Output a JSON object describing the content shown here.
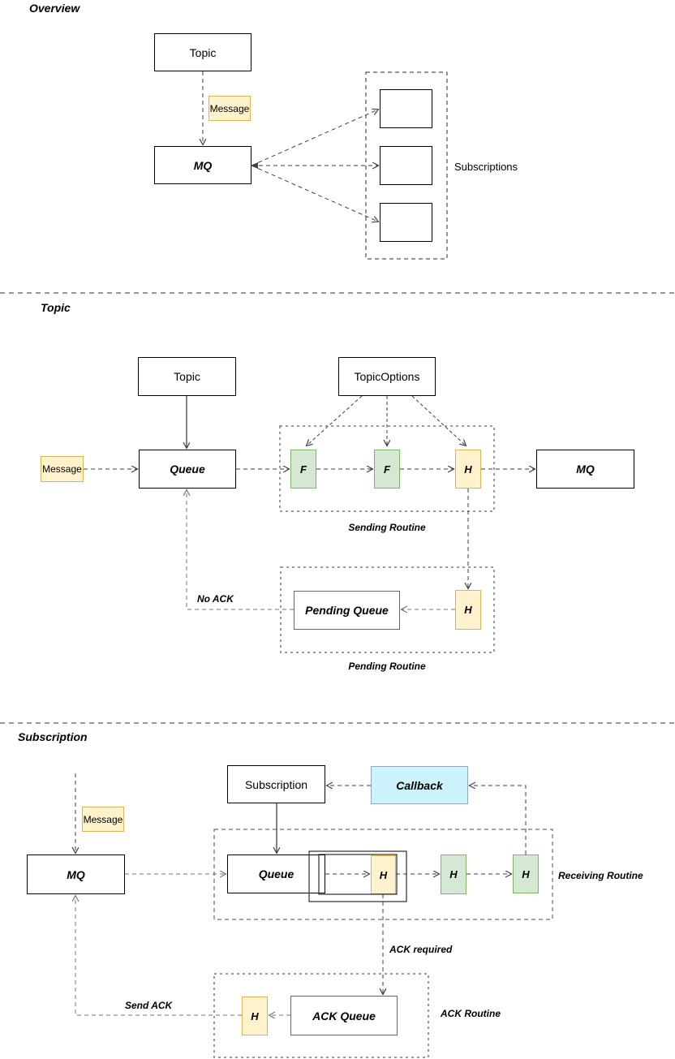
{
  "palette": {
    "yellow_fill": "#FFF2CC",
    "yellow_stroke": "#D6B656",
    "green_fill": "#D5E8D4",
    "green_stroke": "#82B366",
    "cyan_fill": "#CCF2FB",
    "cyan_stroke": "#8FAAB8",
    "box_stroke": "#000000",
    "queue_gray_stroke": "#666666",
    "edge_dark": "#3F3F3F",
    "edge_gray": "#757575",
    "container_gray": "#9A9A9A",
    "background": "#FFFFFF"
  },
  "overview": {
    "title": "Overview",
    "topic": "Topic",
    "message": "Message",
    "mq": "MQ",
    "subscriptions": "Subscriptions"
  },
  "topic": {
    "title": "Topic",
    "topic": "Topic",
    "topic_options": "TopicOptions",
    "message": "Message",
    "queue": "Queue",
    "f1": "F",
    "f2": "F",
    "h_send": "H",
    "mq": "MQ",
    "sending_routine": "Sending Routine",
    "no_ack": "No ACK",
    "pending_queue": "Pending Queue",
    "h_pending": "H",
    "pending_routine": "Pending Routine"
  },
  "subscription": {
    "title": "Subscription",
    "message": "Message",
    "mq": "MQ",
    "subscription": "Subscription",
    "callback": "Callback",
    "queue": "Queue",
    "h_recv": "H",
    "h_mid": "H",
    "h_cb": "H",
    "receiving_routine": "Receiving Routine",
    "ack_required": "ACK required",
    "ack_queue": "ACK Queue",
    "h_ack": "H",
    "ack_routine": "ACK Routine",
    "send_ack": "Send ACK"
  }
}
